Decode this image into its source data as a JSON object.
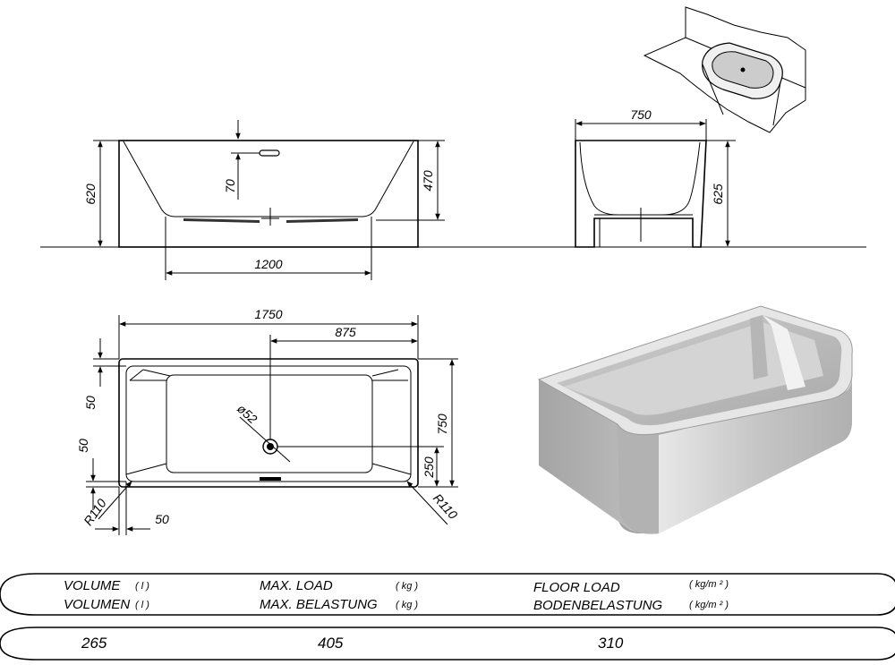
{
  "drawing": {
    "front_view": {
      "height_total": "620",
      "overflow_depth": "70",
      "inner_height": "470",
      "base_width": "1200"
    },
    "side_view": {
      "width": "750",
      "height": "625"
    },
    "top_view": {
      "length": "1750",
      "half_length": "875",
      "rim_top": "50",
      "rim_side": "50",
      "rim_bottom": "50",
      "width": "750",
      "drain_offset": "250",
      "drain_diameter": "ø52",
      "radius_left": "R110",
      "radius_right": "R110"
    }
  },
  "specs": {
    "volume_label_en": "VOLUME",
    "volume_label_de": "VOLUMEN",
    "volume_unit": "( l )",
    "load_label_en": "MAX. LOAD",
    "load_label_de": "MAX. BELASTUNG",
    "load_unit": "( kg )",
    "floor_label_en": "FLOOR LOAD",
    "floor_label_de": "BODENBELASTUNG",
    "floor_unit": "( kg/m ² )",
    "volume_value": "265",
    "load_value": "405",
    "floor_value": "310"
  }
}
